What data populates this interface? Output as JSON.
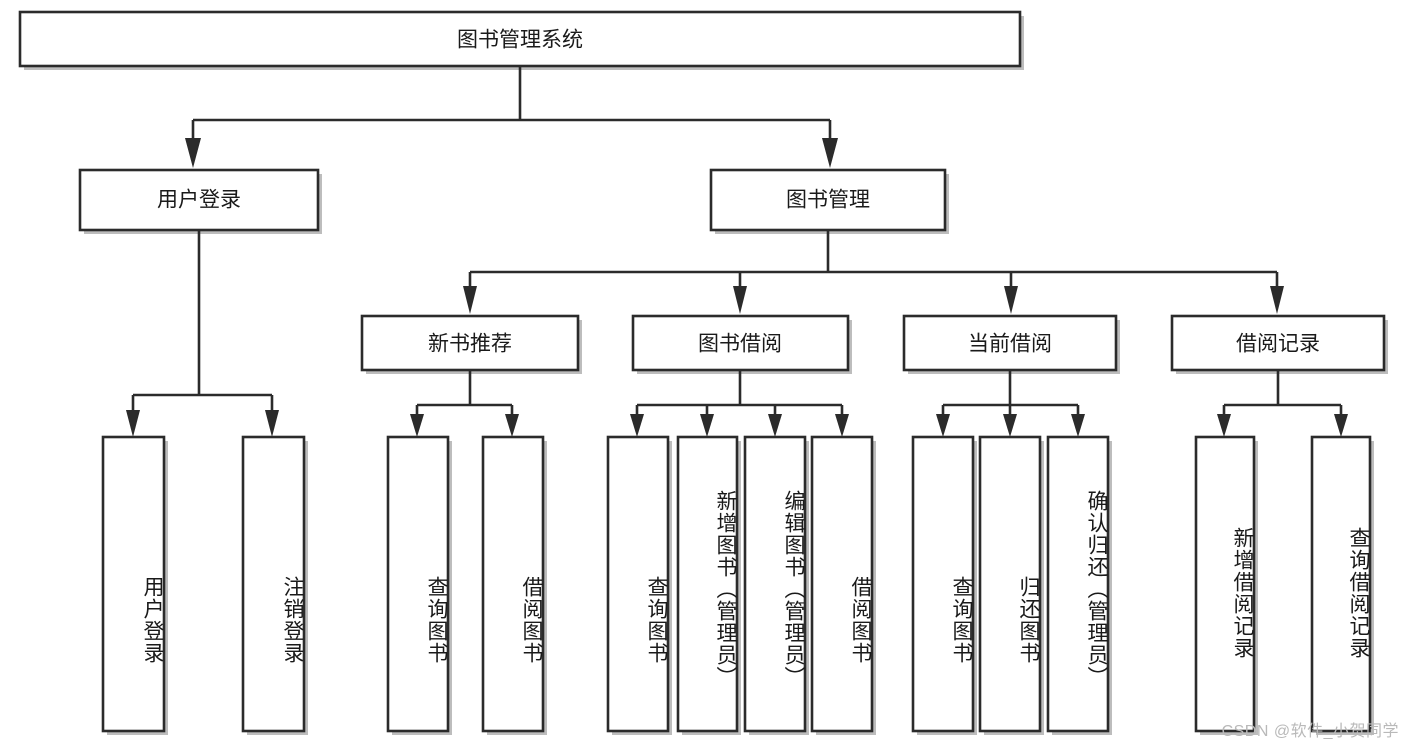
{
  "diagram": {
    "title": "图书管理系统",
    "type": "tree-hierarchy",
    "watermark": "CSDN @软件_小贺同学",
    "colors": {
      "box_fill": "#ffffff",
      "box_stroke": "#2b2b2b",
      "text": "#1a1a1a",
      "watermark": "#b9b9b9",
      "background": "#ffffff"
    },
    "levels": {
      "root": {
        "label": "图书管理系统"
      },
      "level1": [
        {
          "id": "user-login",
          "label": "用户登录"
        },
        {
          "id": "book-management",
          "label": "图书管理"
        }
      ],
      "level2": [
        {
          "id": "new-book-recommend",
          "label": "新书推荐",
          "parent": "book-management"
        },
        {
          "id": "book-borrow",
          "label": "图书借阅",
          "parent": "book-management"
        },
        {
          "id": "current-borrow",
          "label": "当前借阅",
          "parent": "book-management"
        },
        {
          "id": "borrow-record",
          "label": "借阅记录",
          "parent": "book-management"
        }
      ],
      "leaves": {
        "user-login": [
          {
            "id": "leaf-user-login",
            "label": "用户登录"
          },
          {
            "id": "leaf-logout-login",
            "label": "注销登录"
          }
        ],
        "new-book-recommend": [
          {
            "id": "leaf-query-book-1",
            "label": "查询图书"
          },
          {
            "id": "leaf-borrow-book-1",
            "label": "借阅图书"
          }
        ],
        "book-borrow": [
          {
            "id": "leaf-query-book-2",
            "label": "查询图书"
          },
          {
            "id": "leaf-add-book",
            "label": "新增图书（管理员）"
          },
          {
            "id": "leaf-edit-book",
            "label": "编辑图书（管理员）"
          },
          {
            "id": "leaf-borrow-book-2",
            "label": "借阅图书"
          }
        ],
        "current-borrow": [
          {
            "id": "leaf-query-book-3",
            "label": "查询图书"
          },
          {
            "id": "leaf-return-book",
            "label": "归还图书"
          },
          {
            "id": "leaf-confirm-return",
            "label": "确认归还（管理员）"
          }
        ],
        "borrow-record": [
          {
            "id": "leaf-add-record",
            "label": "新增借阅记录"
          },
          {
            "id": "leaf-query-record",
            "label": "查询借阅记录"
          }
        ]
      }
    }
  }
}
